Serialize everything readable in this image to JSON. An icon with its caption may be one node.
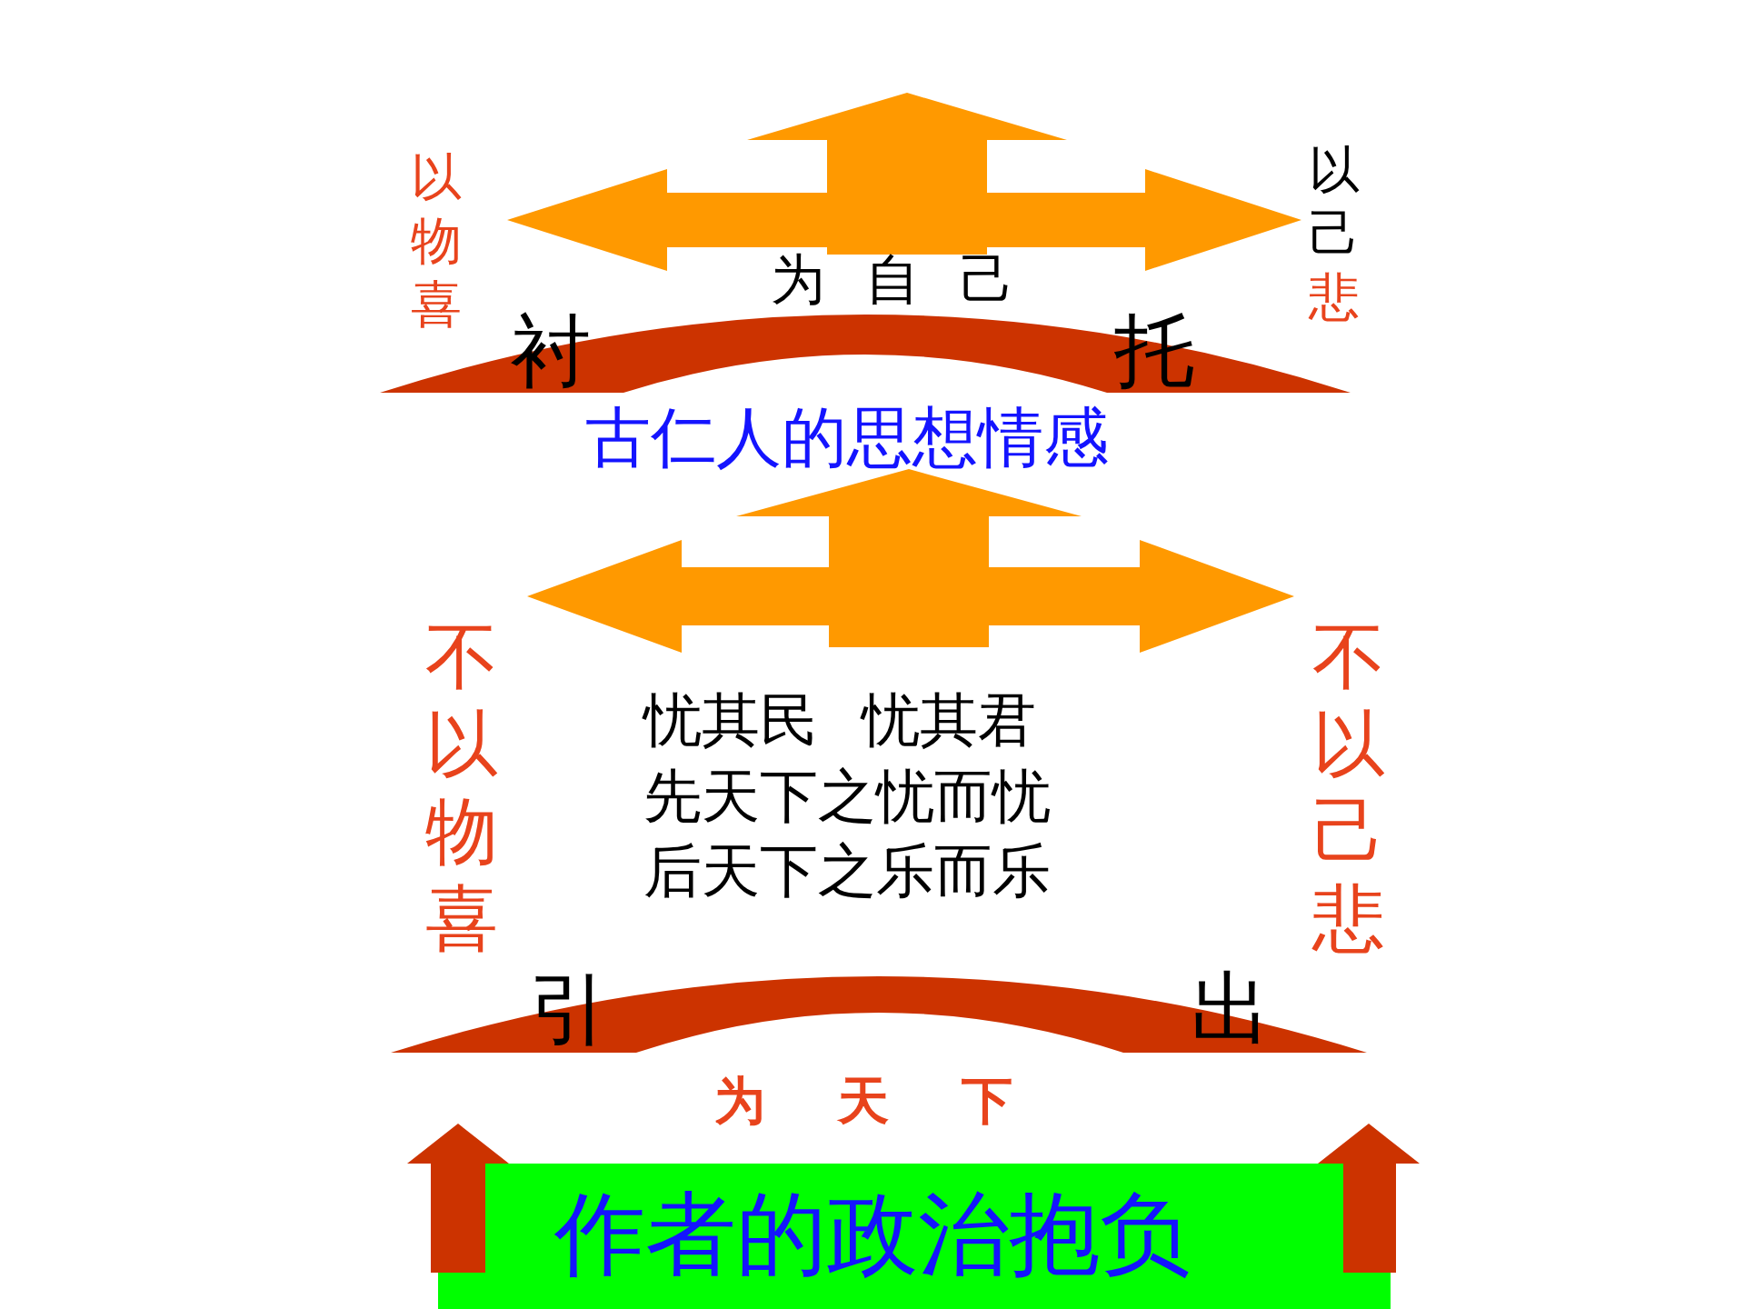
{
  "diagram": {
    "nodes": [
      {
        "text": [
          "以物喜"
        ]
      },
      {
        "text": [
          "以己悲"
        ]
      },
      {
        "text": [
          "为自己"
        ]
      },
      {
        "text": [
          "衬",
          "托"
        ]
      },
      {
        "text": [
          "古仁人的思想情感"
        ]
      },
      {
        "text": [
          "不以物喜"
        ]
      },
      {
        "text": [
          "不以己悲"
        ]
      },
      {
        "text": [
          "忧其民 忧其君",
          "先天下之忧而忧",
          "后天下之乐而乐"
        ]
      },
      {
        "text": [
          "引",
          "出"
        ]
      },
      {
        "text": [
          "作者的政治抱负"
        ]
      }
    ],
    "edges": [
      {
        "from": 2,
        "to": null,
        "arrow": "to"
      },
      {
        "from": null,
        "to": 0,
        "arrow": "to"
      },
      {
        "from": null,
        "to": 1,
        "arrow": "to"
      },
      {
        "from": 7,
        "to": 4,
        "arrow": "to"
      },
      {
        "from": null,
        "to": 5,
        "arrow": "to"
      },
      {
        "from": null,
        "to": 6,
        "arrow": "to"
      },
      {
        "from": 9,
        "to": 8,
        "arrow": "to",
        "color": "#cc3300"
      },
      {
        "from": 9,
        "to": 8,
        "arrow": "to",
        "color": "#cc3300"
      }
    ],
    "labels": [
      "为天下"
    ]
  }
}
